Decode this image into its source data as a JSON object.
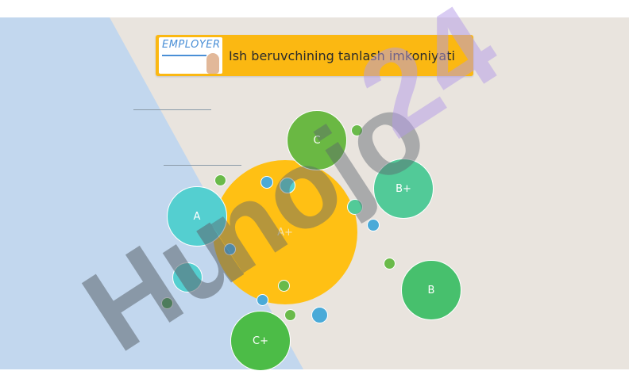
{
  "title": {
    "text": "Ish beruvchining tanlash imkoniyati",
    "logo_text": "EMPLOYER"
  },
  "watermark": {
    "left": "Hu",
    "mid": "nojo",
    "right": "24"
  },
  "colors": {
    "left_panel": "#c2d7ee",
    "right_panel": "#e9e4de",
    "title_bar": "#fbb812",
    "grade_a_plus": "#ffc014",
    "grade_a": "#54cfd0",
    "grade_b_plus": "#52ca98",
    "grade_b": "#47c06d",
    "grade_c": "#6ab843",
    "grade_c_plus": "#4cbc47",
    "dot_green": "#6aba4a",
    "dot_blue": "#4aaad8"
  },
  "grades": [
    {
      "id": "a-plus",
      "label": "A+"
    },
    {
      "id": "a",
      "label": "A"
    },
    {
      "id": "b-plus",
      "label": "B+"
    },
    {
      "id": "b",
      "label": "B"
    },
    {
      "id": "c",
      "label": "C"
    },
    {
      "id": "c-plus",
      "label": "C+"
    }
  ]
}
